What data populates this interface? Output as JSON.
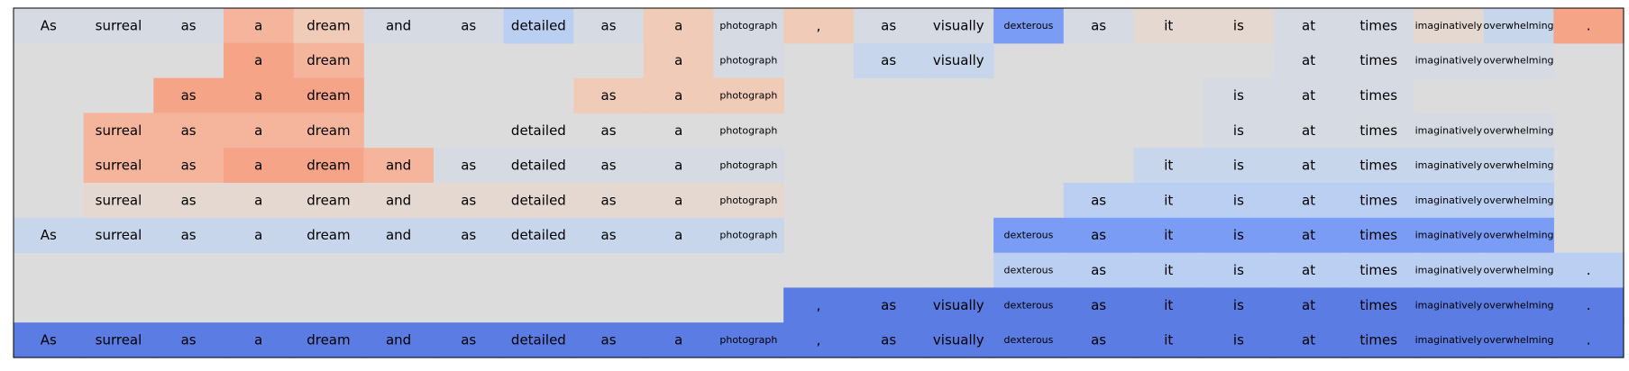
{
  "chart_data": {
    "type": "heatmap",
    "title": "",
    "colors": {
      "background": "#dcdcdc",
      "pos3": "#f5a487",
      "pos2": "#f4b59c",
      "pos1": "#f0cbb8",
      "pos0": "#e5d8d0",
      "neg0": "#d6dae3",
      "neg1": "#c8d6ec",
      "neg2": "#bbcff3",
      "neg3": "#7b9cf4",
      "neg4": "#5b7ce2",
      "frame": "#000000"
    },
    "tokens": [
      "As",
      "surreal",
      "as",
      "a",
      "dream",
      "and",
      "as",
      "detailed",
      "as",
      "a",
      "photograph",
      ",",
      "as",
      "visually",
      "dexterous",
      "as",
      "it",
      "is",
      "at",
      "times",
      "imaginatively",
      "overwhelming",
      "."
    ],
    "rows": [
      {
        "visible": [
          1,
          1,
          1,
          1,
          1,
          1,
          1,
          1,
          1,
          1,
          1,
          1,
          1,
          1,
          1,
          1,
          1,
          1,
          1,
          1,
          1,
          1,
          1
        ],
        "level": [
          "neg0",
          "neg0",
          "neg0",
          "pos2",
          "pos1",
          "neg0",
          "neg0",
          "neg2",
          "neg0",
          "pos1",
          "neg0",
          "pos1",
          "neg0",
          "neg0",
          "neg3",
          "neg0",
          "pos0",
          "pos0",
          "neg0",
          "neg0",
          "pos0",
          "neg1",
          "pos3"
        ]
      },
      {
        "visible": [
          0,
          0,
          0,
          1,
          1,
          0,
          0,
          0,
          0,
          1,
          1,
          0,
          1,
          1,
          0,
          0,
          0,
          0,
          1,
          1,
          1,
          1,
          0
        ],
        "level": [
          "bg",
          "bg",
          "bg",
          "pos3",
          "pos2",
          "bg",
          "bg",
          "bg",
          "bg",
          "pos1",
          "neg0",
          "bg",
          "neg1",
          "neg1",
          "bg",
          "bg",
          "bg",
          "bg",
          "neg0",
          "neg0",
          "neg0",
          "neg0",
          "bg"
        ]
      },
      {
        "visible": [
          0,
          0,
          1,
          1,
          1,
          0,
          0,
          0,
          1,
          1,
          1,
          0,
          0,
          0,
          0,
          0,
          0,
          1,
          1,
          1,
          0,
          0,
          0
        ],
        "level": [
          "bg",
          "bg",
          "pos3",
          "pos3",
          "pos3",
          "bg",
          "bg",
          "bg",
          "pos1",
          "pos1",
          "pos1",
          "bg",
          "bg",
          "bg",
          "bg",
          "bg",
          "bg",
          "neg0",
          "neg0",
          "neg0",
          "bg",
          "bg",
          "bg"
        ]
      },
      {
        "visible": [
          0,
          1,
          1,
          1,
          1,
          0,
          0,
          1,
          1,
          1,
          1,
          0,
          0,
          0,
          0,
          0,
          0,
          1,
          1,
          1,
          1,
          1,
          0
        ],
        "level": [
          "bg",
          "pos2",
          "pos2",
          "pos2",
          "pos2",
          "bg",
          "bg",
          "bg",
          "bg",
          "bg",
          "bg",
          "bg",
          "bg",
          "bg",
          "bg",
          "bg",
          "bg",
          "neg0",
          "neg0",
          "neg0",
          "neg0",
          "neg0",
          "bg"
        ]
      },
      {
        "visible": [
          0,
          1,
          1,
          1,
          1,
          1,
          1,
          1,
          1,
          1,
          1,
          0,
          0,
          0,
          0,
          0,
          1,
          1,
          1,
          1,
          1,
          1,
          0
        ],
        "level": [
          "bg",
          "pos2",
          "pos2",
          "pos3",
          "pos3",
          "pos2",
          "neg0",
          "neg0",
          "neg0",
          "neg0",
          "neg0",
          "bg",
          "bg",
          "bg",
          "bg",
          "bg",
          "neg1",
          "neg1",
          "neg1",
          "neg1",
          "neg1",
          "neg1",
          "bg"
        ]
      },
      {
        "visible": [
          0,
          1,
          1,
          1,
          1,
          1,
          1,
          1,
          1,
          1,
          1,
          0,
          0,
          0,
          0,
          1,
          1,
          1,
          1,
          1,
          1,
          1,
          0
        ],
        "level": [
          "bg",
          "pos0",
          "pos0",
          "pos0",
          "pos0",
          "pos0",
          "pos0",
          "pos0",
          "pos0",
          "pos0",
          "pos0",
          "bg",
          "bg",
          "bg",
          "bg",
          "neg2",
          "neg2",
          "neg2",
          "neg2",
          "neg2",
          "neg2",
          "neg2",
          "bg"
        ]
      },
      {
        "visible": [
          1,
          1,
          1,
          1,
          1,
          1,
          1,
          1,
          1,
          1,
          1,
          0,
          0,
          0,
          1,
          1,
          1,
          1,
          1,
          1,
          1,
          1,
          0
        ],
        "level": [
          "neg1",
          "neg1",
          "neg1",
          "neg1",
          "neg1",
          "neg1",
          "neg1",
          "neg1",
          "neg1",
          "neg1",
          "neg1",
          "bg",
          "bg",
          "bg",
          "neg3",
          "neg3",
          "neg3",
          "neg3",
          "neg3",
          "neg3",
          "neg3",
          "neg3",
          "bg"
        ]
      },
      {
        "visible": [
          0,
          0,
          0,
          0,
          0,
          0,
          0,
          0,
          0,
          0,
          0,
          0,
          0,
          0,
          1,
          1,
          1,
          1,
          1,
          1,
          1,
          1,
          1
        ],
        "level": [
          "bg",
          "bg",
          "bg",
          "bg",
          "bg",
          "bg",
          "bg",
          "bg",
          "bg",
          "bg",
          "bg",
          "bg",
          "bg",
          "bg",
          "neg2",
          "neg2",
          "neg2",
          "neg2",
          "neg2",
          "neg2",
          "neg2",
          "neg2",
          "neg2"
        ]
      },
      {
        "visible": [
          0,
          0,
          0,
          0,
          0,
          0,
          0,
          0,
          0,
          0,
          0,
          1,
          1,
          1,
          1,
          1,
          1,
          1,
          1,
          1,
          1,
          1,
          1
        ],
        "level": [
          "bg",
          "bg",
          "bg",
          "bg",
          "bg",
          "bg",
          "bg",
          "bg",
          "bg",
          "bg",
          "bg",
          "neg4",
          "neg4",
          "neg4",
          "neg4",
          "neg4",
          "neg4",
          "neg4",
          "neg4",
          "neg4",
          "neg4",
          "neg4",
          "neg4"
        ]
      },
      {
        "visible": [
          1,
          1,
          1,
          1,
          1,
          1,
          1,
          1,
          1,
          1,
          1,
          1,
          1,
          1,
          1,
          1,
          1,
          1,
          1,
          1,
          1,
          1,
          1
        ],
        "level": [
          "neg4",
          "neg4",
          "neg4",
          "neg4",
          "neg4",
          "neg4",
          "neg4",
          "neg4",
          "neg4",
          "neg4",
          "neg4",
          "neg4",
          "neg4",
          "neg4",
          "neg4",
          "neg4",
          "neg4",
          "neg4",
          "neg4",
          "neg4",
          "neg4",
          "neg4",
          "neg4"
        ]
      }
    ]
  }
}
